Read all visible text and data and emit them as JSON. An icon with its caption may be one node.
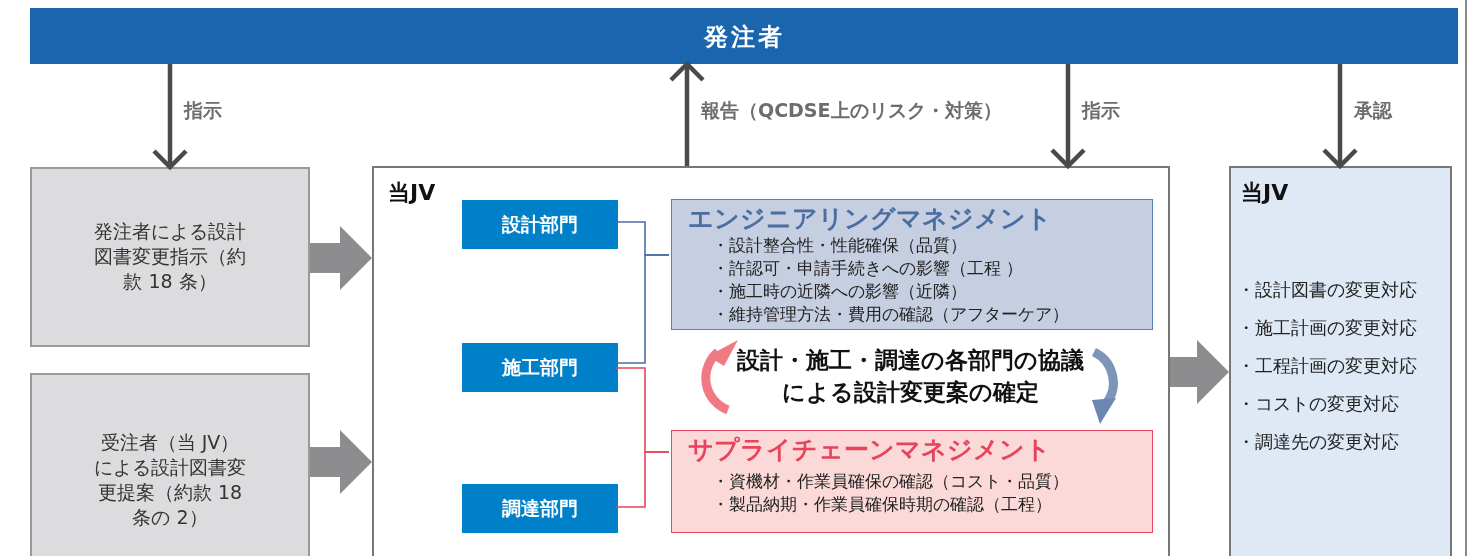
{
  "diagram": {
    "nodes": [
      {
        "text": [
          "発注者"
        ]
      },
      {
        "text": [
          "発注者による設計図書変更指示（約款 18 条）"
        ]
      },
      {
        "text": [
          "受注者（当 JV）による設計図書変更提案（約款 18 条の 2）"
        ]
      },
      {
        "text": [
          "当JV"
        ]
      },
      {
        "text": [
          "設計部門"
        ],
        "in": 3
      },
      {
        "text": [
          "施工部門"
        ],
        "in": 3
      },
      {
        "text": [
          "調達部門"
        ],
        "in": 3
      },
      {
        "text": [
          "エンジニアリングマネジメント",
          "・設計整合性・性能確保（品質）",
          "・許認可・申請手続きへの影響（工程 ）",
          "・施工時の近隣への影響（近隣）",
          "・維持管理方法・費用の確認（アフターケア）"
        ],
        "in": 3
      },
      {
        "text": [
          "サプライチェーンマネジメント",
          "・資機材・作業員確保の確認（コスト・品質）",
          "・製品納期・作業員確保時期の確認（工程）"
        ],
        "in": 3
      },
      {
        "text": [
          "当JV",
          "・設計図書の変更対応",
          "・施工計画の変更対応",
          "・工程計画の変更対応",
          "・コストの変更対応",
          "・調達先の変更対応"
        ]
      }
    ],
    "edges": [
      {
        "from": 0,
        "to": 1,
        "arrow": "to",
        "label": "指示",
        "style": "thick"
      },
      {
        "from": 3,
        "to": 0,
        "arrow": "to",
        "label": "報告（QCDSE上のリスク・対策）",
        "style": "thick"
      },
      {
        "from": 0,
        "to": 3,
        "arrow": "to",
        "label": "指示",
        "style": "thick"
      },
      {
        "from": 0,
        "to": 9,
        "arrow": "to",
        "label": "承認",
        "style": "thick"
      },
      {
        "from": 1,
        "to": 3,
        "arrow": "to",
        "style": "thick"
      },
      {
        "from": 2,
        "to": 3,
        "arrow": "to",
        "style": "thick"
      },
      {
        "from": 3,
        "to": 9,
        "arrow": "to",
        "style": "thick"
      },
      {
        "from": 4,
        "to": 7,
        "arrow": "none",
        "color": "#4a6fa5"
      },
      {
        "from": 5,
        "to": 7,
        "arrow": "none",
        "color": "#4a6fa5"
      },
      {
        "from": 5,
        "to": 8,
        "arrow": "none",
        "color": "#e8435a"
      },
      {
        "from": 6,
        "to": 8,
        "arrow": "none",
        "color": "#e8435a"
      }
    ],
    "labels": [
      "設計・施工・調達の各部門の協議による設計変更案の確定"
    ]
  }
}
